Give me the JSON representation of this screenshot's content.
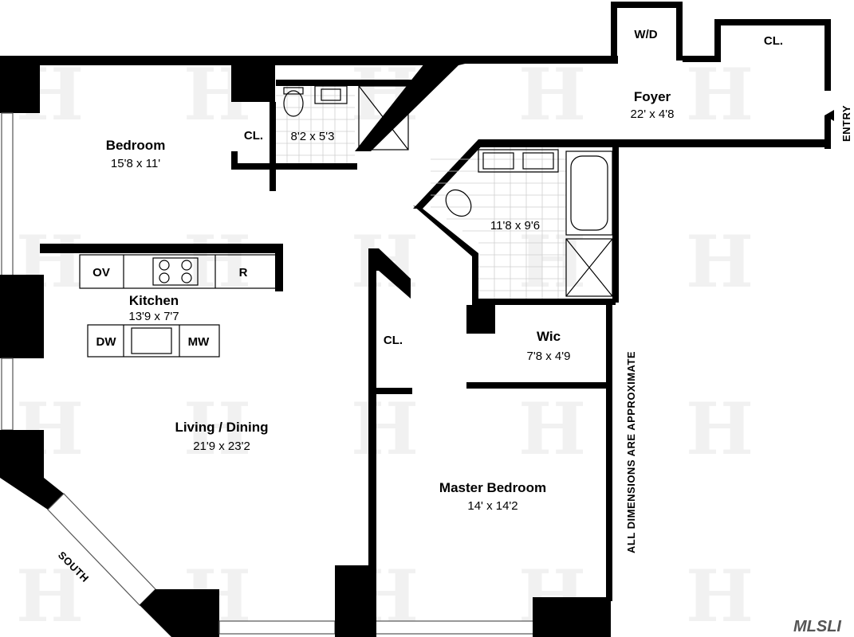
{
  "rooms": {
    "foyer": {
      "name": "Foyer",
      "dims": "22' x 4'8"
    },
    "bedroom": {
      "name": "Bedroom",
      "dims": "15'8 x 11'"
    },
    "bath_small": {
      "dims": "8'2 x 5'3"
    },
    "bath_master": {
      "dims": "11'8 x 9'6"
    },
    "kitchen": {
      "name": "Kitchen",
      "dims": "13'9 x 7'7"
    },
    "living": {
      "name": "Living / Dining",
      "dims": "21'9 x 23'2"
    },
    "wic": {
      "name": "Wic",
      "dims": "7'8 x 4'9"
    },
    "master_bedroom": {
      "name": "Master Bedroom",
      "dims": "14' x 14'2"
    }
  },
  "closets": {
    "wd": "W/D",
    "foyer_closet": "CL.",
    "bedroom_closet": "CL.",
    "master_closet": "CL."
  },
  "appliances": {
    "oven": "OV",
    "refrigerator": "R",
    "dishwasher": "DW",
    "microwave": "MW"
  },
  "labels": {
    "entry": "ENTRY",
    "orientation": "SOUTH",
    "disclaimer": "ALL DIMENSIONS ARE APPROXIMATE",
    "logo": "MLSLI"
  },
  "colors": {
    "walls": "#000000",
    "background": "#ffffff",
    "watermark": "#f1f1f1"
  }
}
